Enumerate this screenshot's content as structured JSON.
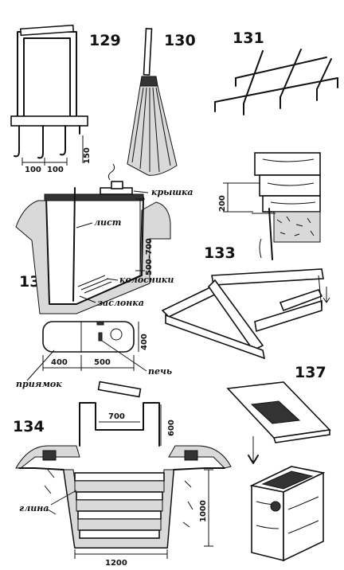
{
  "figures": {
    "f129": {
      "number": "129",
      "dims": [
        "100",
        "100",
        "150"
      ]
    },
    "f130": {
      "number": "130"
    },
    "f131": {
      "number": "131"
    },
    "f132": {
      "number": "132",
      "labels": {
        "lid": "крышка",
        "sheet": "лист",
        "grate": "колосники",
        "damper": "заслонка"
      },
      "dims": [
        "500–700"
      ]
    },
    "f133": {
      "number": "133",
      "dims": [
        "200"
      ]
    },
    "plan": {
      "labels": {
        "pit": "приямок",
        "stove": "печь"
      },
      "dims": [
        "400",
        "500",
        "400"
      ]
    },
    "f134": {
      "number": "134",
      "labels": {
        "clay": "глина"
      },
      "dims": [
        "700",
        "600",
        "1000",
        "1200"
      ]
    },
    "f137": {
      "number": "137"
    }
  }
}
